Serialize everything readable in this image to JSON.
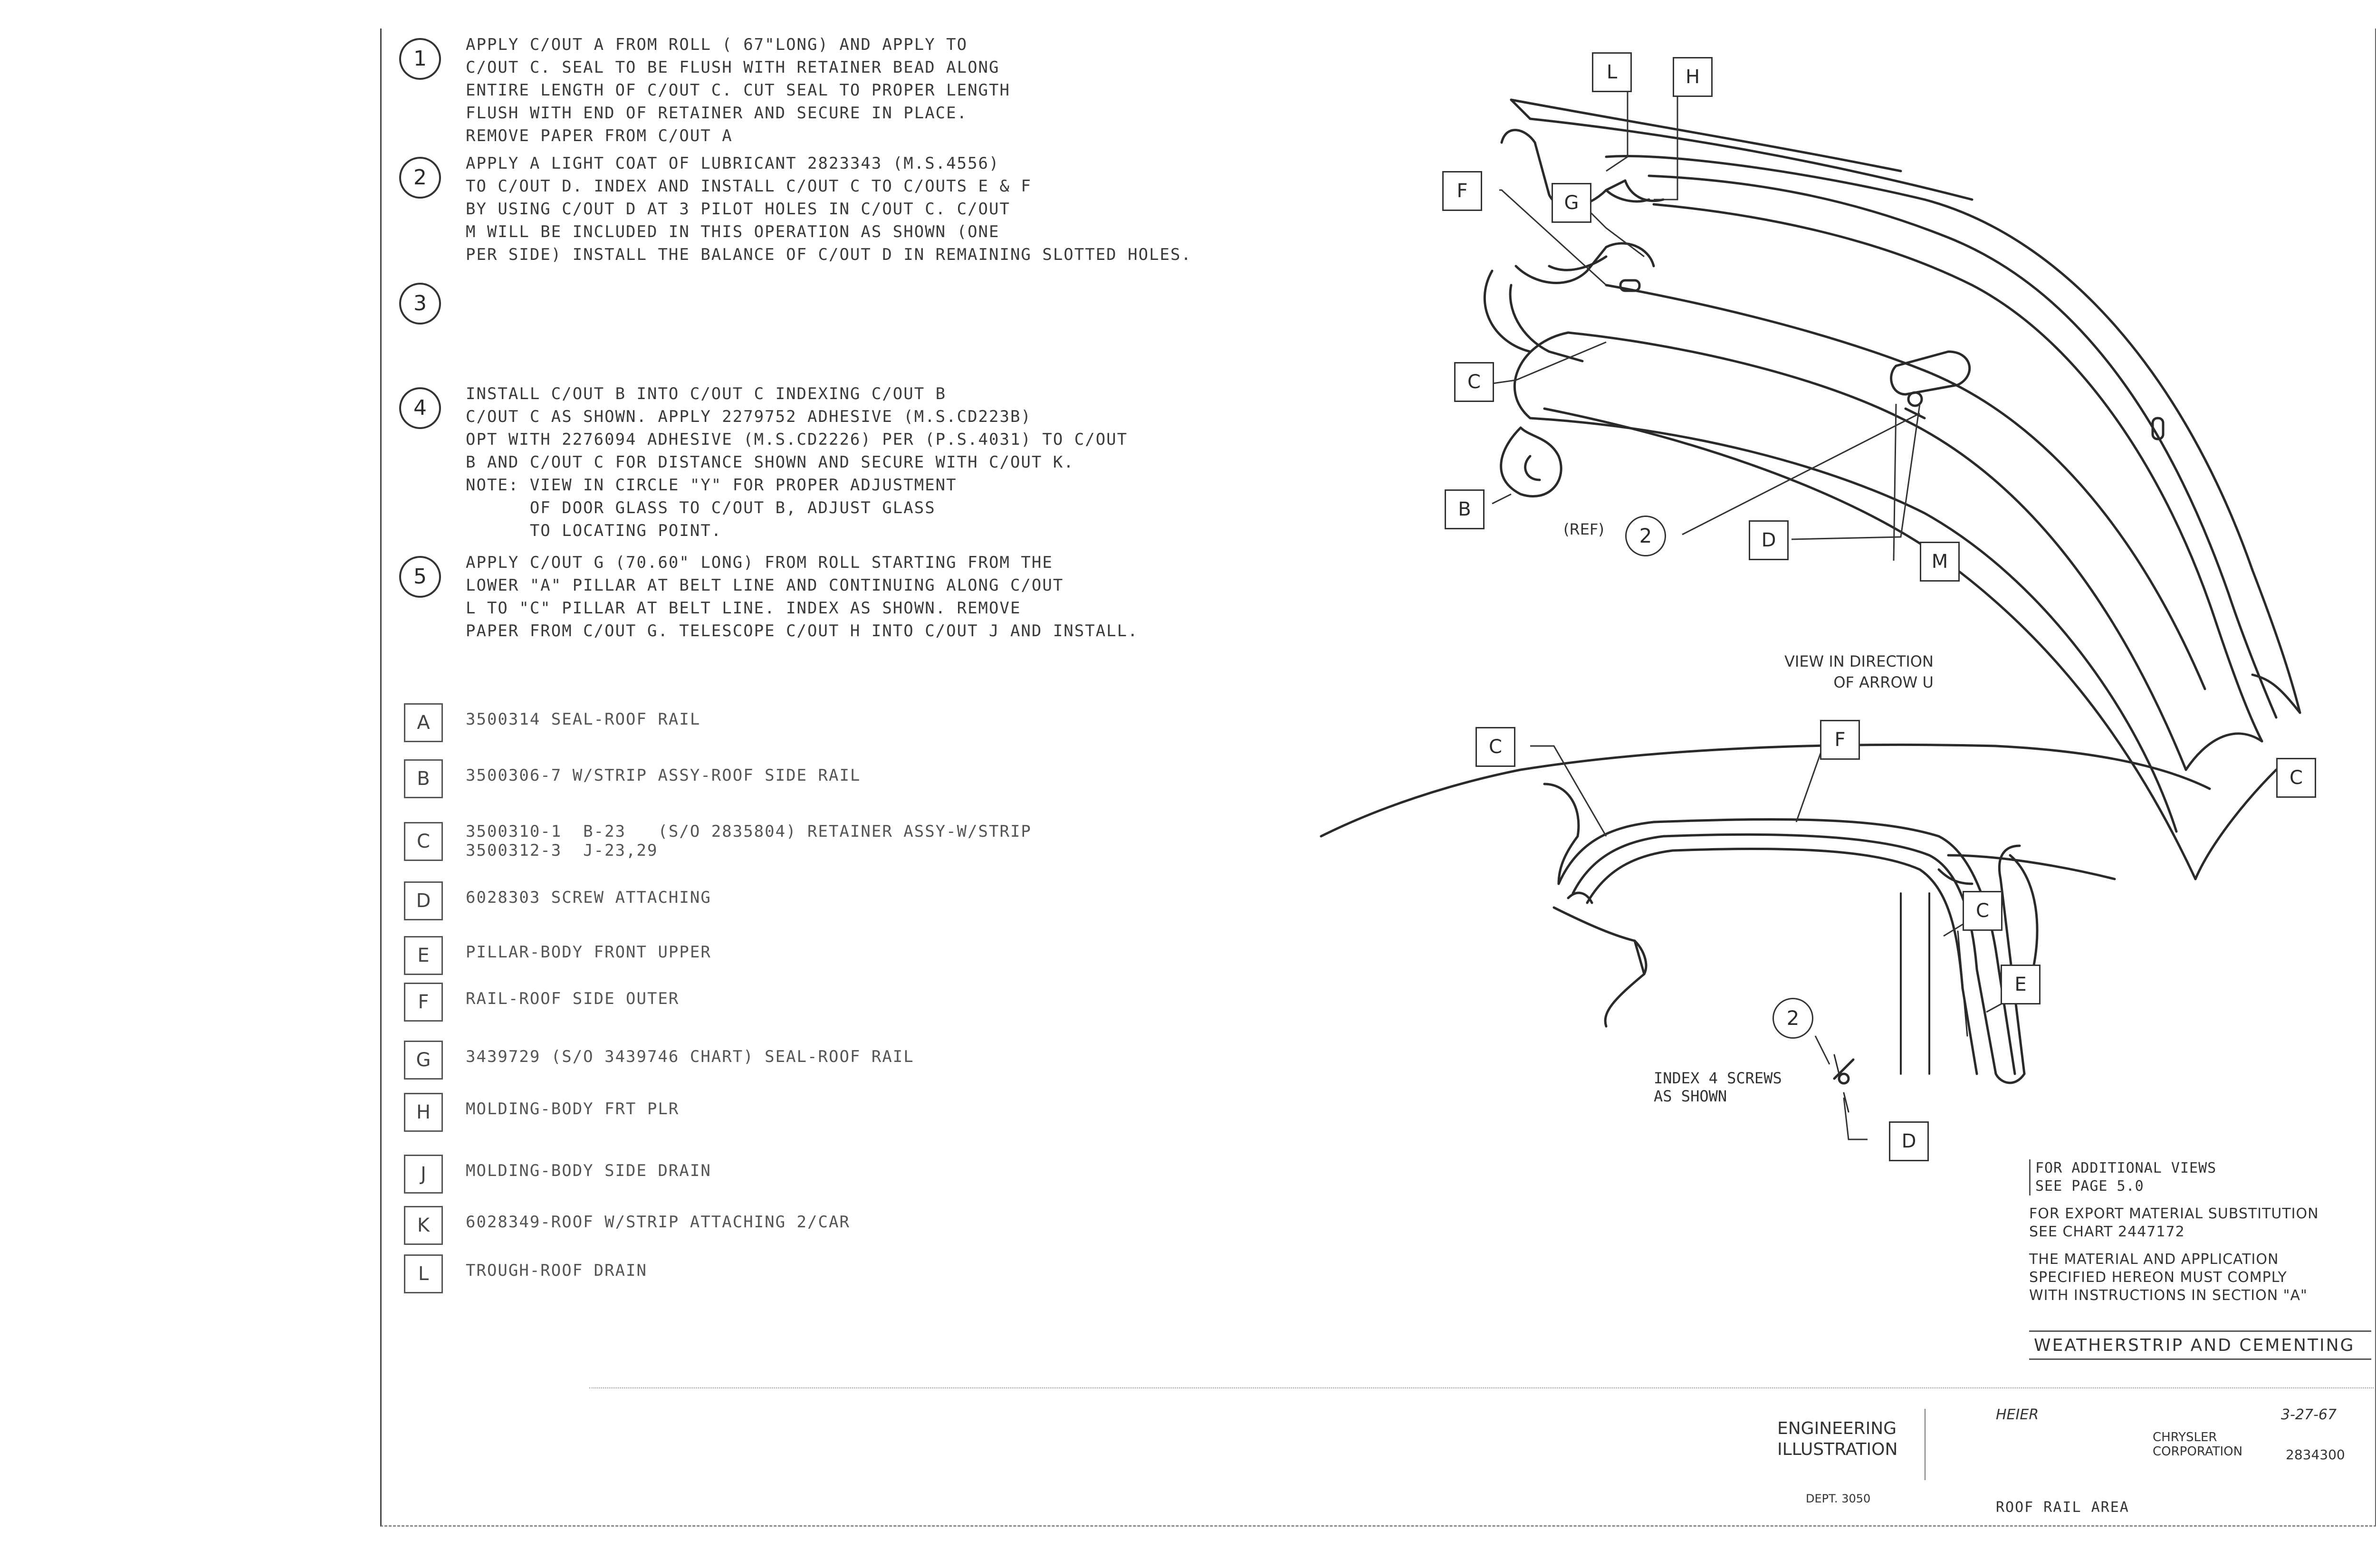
{
  "steps": [
    {
      "num": "1",
      "text": "APPLY C/OUT A FROM ROLL ( 67\"LONG) AND APPLY TO\nC/OUT C. SEAL TO BE FLUSH WITH RETAINER BEAD ALONG\nENTIRE LENGTH OF C/OUT C. CUT SEAL TO PROPER LENGTH\nFLUSH WITH END OF RETAINER AND SECURE IN PLACE.\nREMOVE PAPER FROM C/OUT A"
    },
    {
      "num": "2",
      "text": "APPLY A LIGHT COAT OF LUBRICANT 2823343 (M.S.4556)\nTO C/OUT D. INDEX AND INSTALL C/OUT C TO C/OUTS E & F\nBY USING C/OUT D AT 3 PILOT HOLES IN C/OUT C. C/OUT\nM WILL BE INCLUDED IN THIS OPERATION AS SHOWN (ONE\nPER SIDE) INSTALL THE BALANCE OF C/OUT D IN REMAINING SLOTTED HOLES."
    },
    {
      "num": "3",
      "text": ""
    },
    {
      "num": "4",
      "text": "INSTALL C/OUT B INTO C/OUT C INDEXING C/OUT B\nC/OUT C AS SHOWN. APPLY 2279752 ADHESIVE (M.S.CD223B)\nOPT WITH 2276094 ADHESIVE (M.S.CD2226) PER (P.S.4031) TO C/OUT\nB AND C/OUT C FOR DISTANCE SHOWN AND SECURE WITH C/OUT K.\nNOTE: VIEW IN CIRCLE \"Y\" FOR PROPER ADJUSTMENT\n      OF DOOR GLASS TO C/OUT B, ADJUST GLASS\n      TO LOCATING POINT."
    },
    {
      "num": "5",
      "text": "APPLY C/OUT G (70.60\" LONG) FROM ROLL STARTING FROM THE\nLOWER \"A\" PILLAR AT BELT LINE AND CONTINUING ALONG C/OUT\nL TO \"C\" PILLAR AT BELT LINE. INDEX AS SHOWN. REMOVE\nPAPER FROM C/OUT G. TELESCOPE C/OUT H INTO C/OUT J AND INSTALL."
    }
  ],
  "parts": [
    {
      "letter": "A",
      "text": "3500314 SEAL-ROOF RAIL"
    },
    {
      "letter": "B",
      "text": "3500306-7 W/STRIP ASSY-ROOF SIDE RAIL"
    },
    {
      "letter": "C",
      "text": "3500310-1  B-23   (S/O 2835804) RETAINER ASSY-W/STRIP\n3500312-3  J-23,29"
    },
    {
      "letter": "D",
      "text": "6028303 SCREW ATTACHING"
    },
    {
      "letter": "E",
      "text": "PILLAR-BODY FRONT UPPER"
    },
    {
      "letter": "F",
      "text": "RAIL-ROOF SIDE OUTER"
    },
    {
      "letter": "G",
      "text": "3439729 (S/O 3439746 CHART) SEAL-ROOF RAIL"
    },
    {
      "letter": "H",
      "text": "MOLDING-BODY FRT PLR"
    },
    {
      "letter": "J",
      "text": "MOLDING-BODY SIDE DRAIN"
    },
    {
      "letter": "K",
      "text": "6028349-ROOF W/STRIP ATTACHING 2/CAR"
    },
    {
      "letter": "L",
      "text": "TROUGH-ROOF DRAIN"
    }
  ],
  "callouts": {
    "L": "L",
    "H": "H",
    "F": "F",
    "G": "G",
    "C": "C",
    "B": "B",
    "D": "D",
    "M": "M",
    "E": "E",
    "two": "2"
  },
  "labels": {
    "ref": "(REF)",
    "view_direction": "VIEW IN DIRECTION\nOF ARROW U",
    "index_screws": "INDEX 4 SCREWS\nAS SHOWN"
  },
  "notes": {
    "additional": "FOR ADDITIONAL VIEWS\nSEE PAGE 5.0",
    "export": "FOR EXPORT MATERIAL SUBSTITUTION\nSEE CHART 2447172",
    "material": "THE MATERIAL AND APPLICATION\nSPECIFIED HEREON MUST COMPLY\nWITH INSTRUCTIONS IN SECTION \"A\""
  },
  "title_block": {
    "section": "WEATHERSTRIP AND CEMENTING",
    "dept_name": "ENGINEERING\nILLUSTRATION",
    "dept": "DEPT. 3050",
    "drawing_title": "ROOF RAIL AREA",
    "company": "CHRYSLER\nCORPORATION",
    "drawn_by": "HEIER",
    "date": "3-27-67",
    "number": "2834300"
  }
}
